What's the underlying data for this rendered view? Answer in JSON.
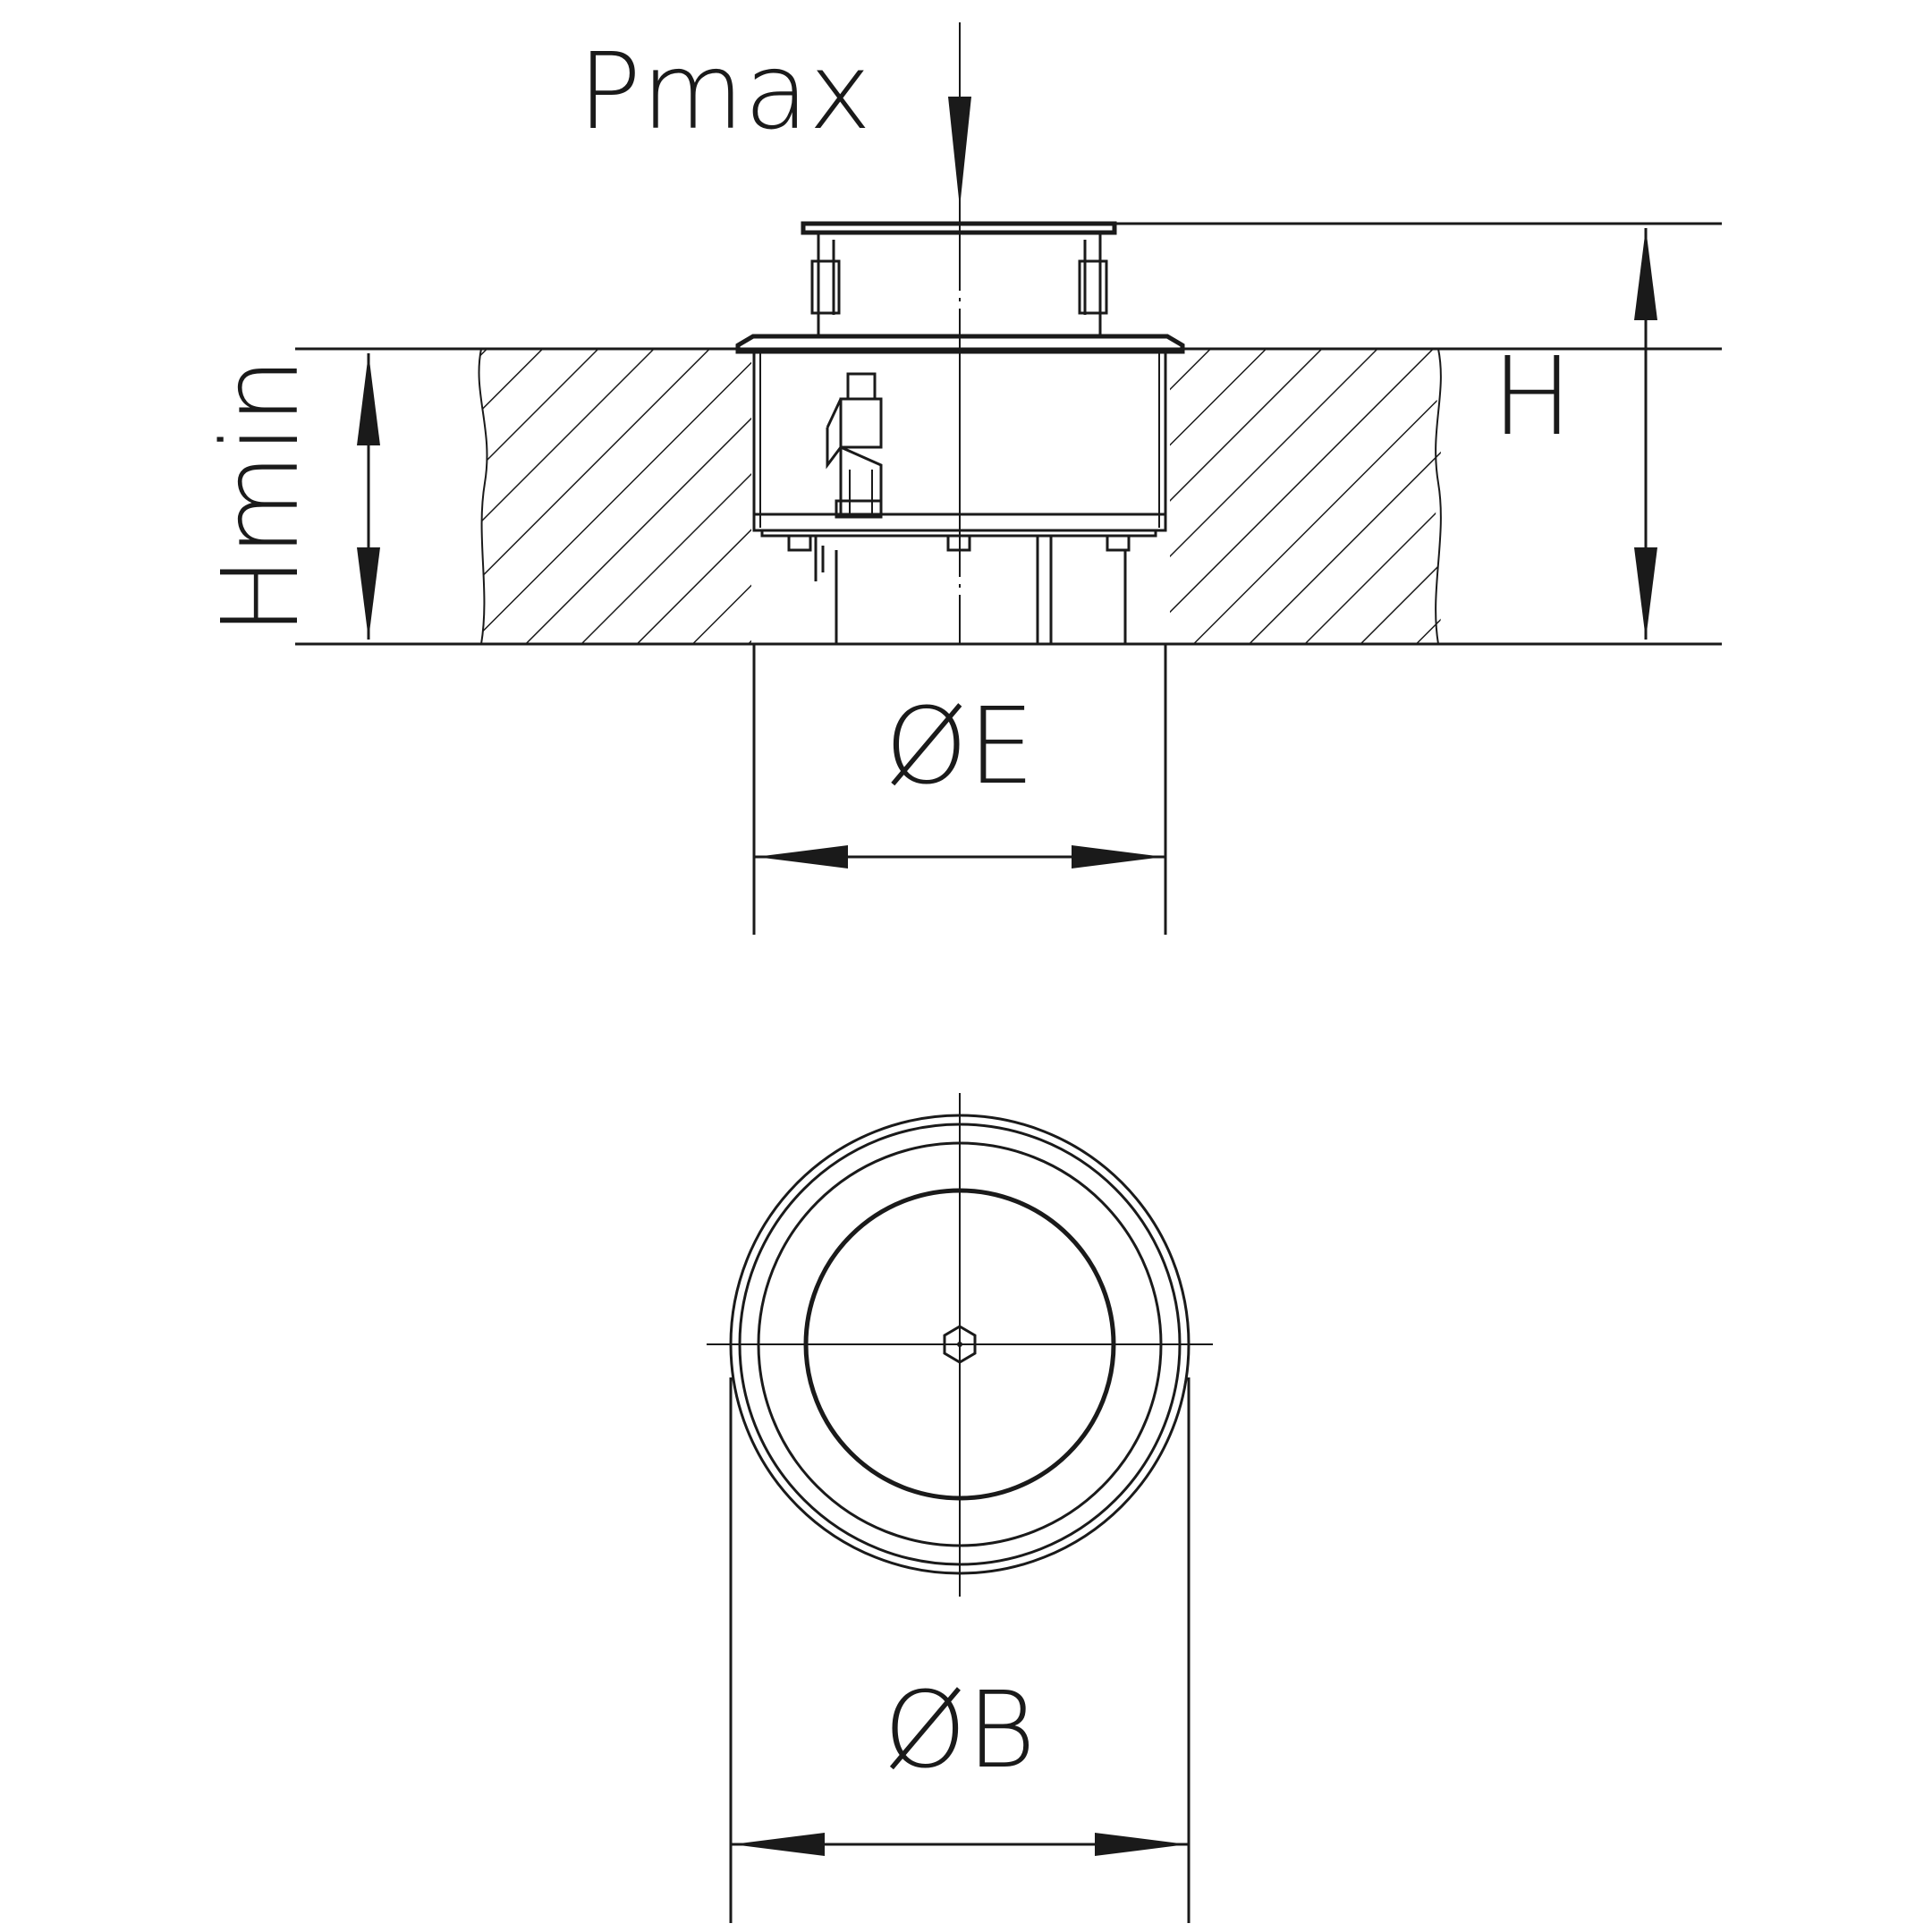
{
  "labels": {
    "pmax": "Pmax",
    "hmin": "Hmin",
    "h": "H",
    "e": "ØE",
    "b": "ØB"
  },
  "colors": {
    "line": "#1a1a1a",
    "background": "#ffffff"
  }
}
